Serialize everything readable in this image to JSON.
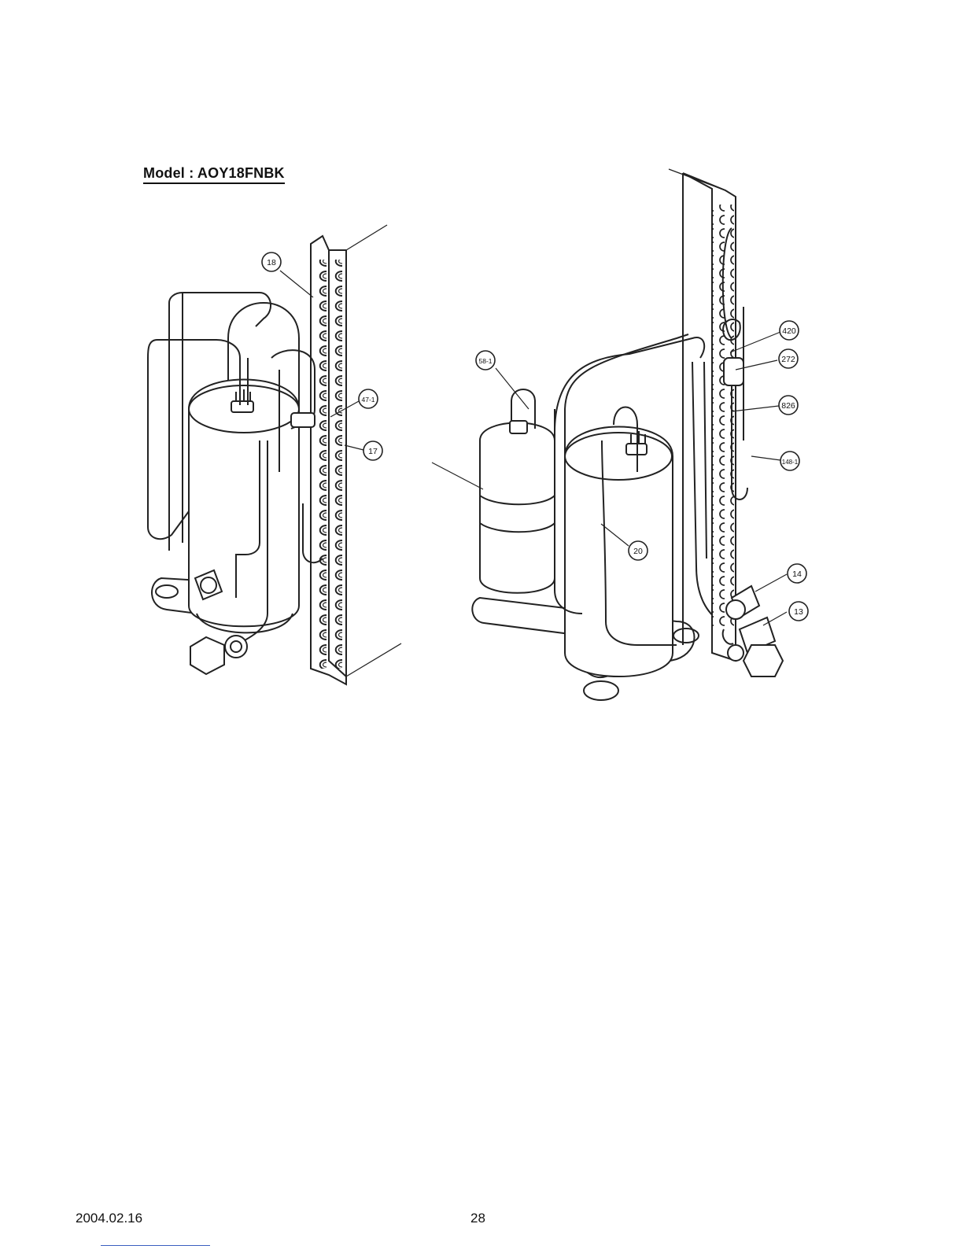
{
  "model_title": "Model : AOY18FNBK",
  "callouts": [
    {
      "id": "18",
      "label": "18"
    },
    {
      "id": "47-1",
      "label": "47-1"
    },
    {
      "id": "17",
      "label": "17"
    },
    {
      "id": "58-1",
      "label": "58-1"
    },
    {
      "id": "420",
      "label": "420"
    },
    {
      "id": "272",
      "label": "272"
    },
    {
      "id": "826",
      "label": "826"
    },
    {
      "id": "148-1",
      "label": "148-1"
    },
    {
      "id": "20",
      "label": "20"
    },
    {
      "id": "14",
      "label": "14"
    },
    {
      "id": "13",
      "label": "13"
    }
  ],
  "footer": {
    "date": "2004.02.16",
    "page": "28"
  }
}
